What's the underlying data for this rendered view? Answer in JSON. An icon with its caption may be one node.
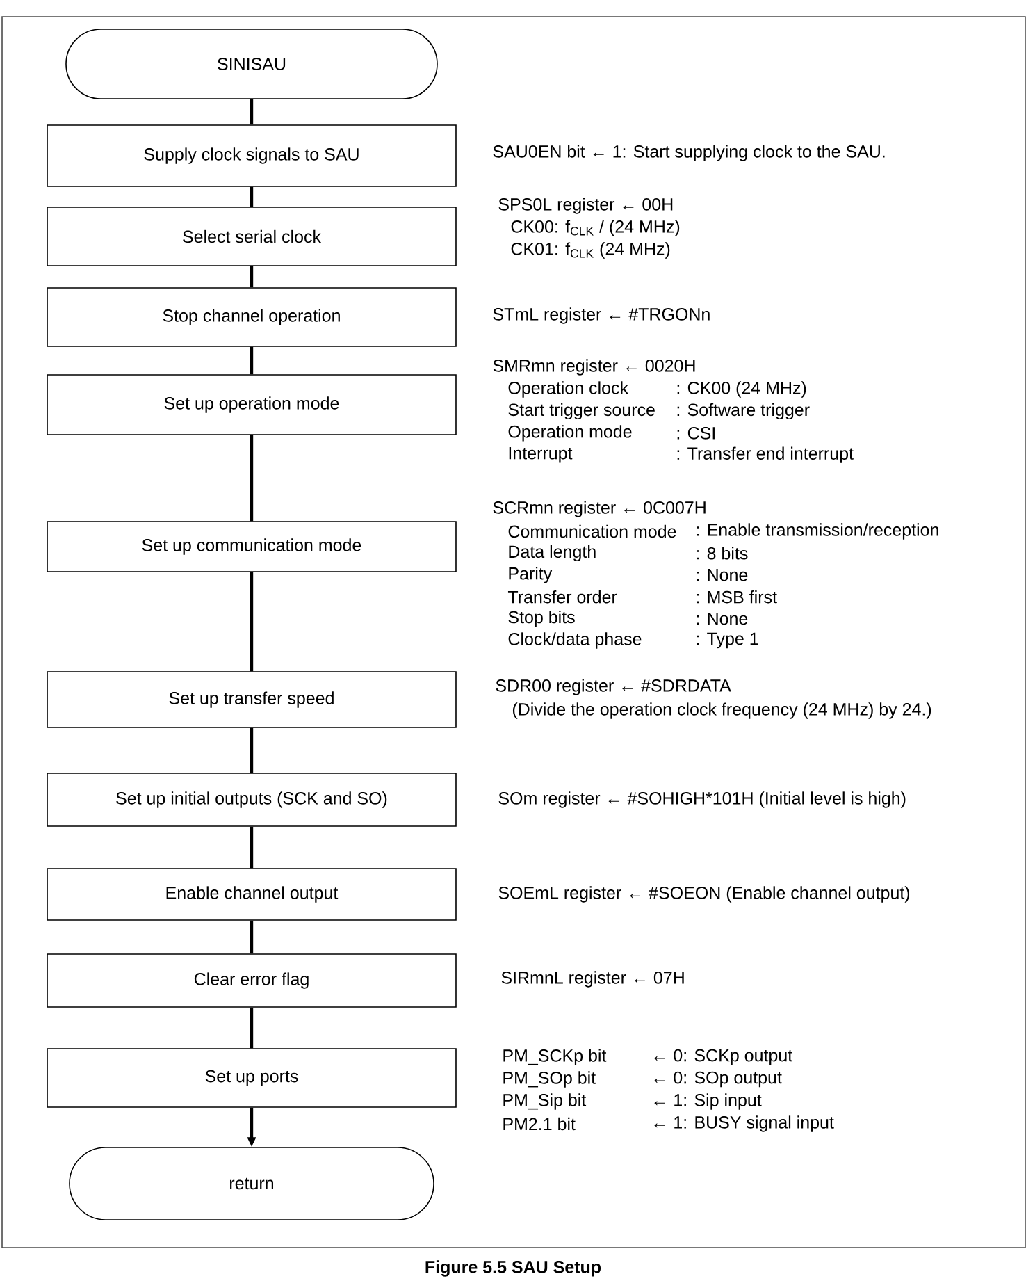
{
  "diagram": {
    "caption": "Figure 5.5 SAU Setup",
    "nodes": [
      {
        "text": [
          "SINISAU"
        ]
      },
      {
        "text": [
          "Supply clock signals to SAU"
        ],
        "beside": [
          "SAU0EN bit ← 1: Start supplying clock to the SAU."
        ]
      },
      {
        "text": [
          "Select serial clock"
        ],
        "beside": [
          "SPS0L register ← 00H",
          "CK00: f$_{CLK}$ / (24 MHz)",
          "CK01: f$_{CLK}$ (24 MHz)"
        ]
      },
      {
        "text": [
          "Stop channel operation"
        ],
        "beside": [
          "STmL register ← #TRGONn"
        ]
      },
      {
        "text": [
          "Set up operation mode"
        ],
        "beside": [
          "SMRmn register ← 0020H",
          "Operation clock",
          ": CK00 (24 MHz)",
          "Start trigger source",
          ": Software trigger",
          "Operation mode",
          ": CSI",
          "Interrupt",
          ": Transfer end interrupt"
        ]
      },
      {
        "text": [
          "Set up communication mode"
        ],
        "beside": [
          "SCRmn register ← 0C007H",
          "Communication mode",
          ": Enable transmission/reception",
          "Data length",
          ": 8 bits",
          "Parity",
          ": None",
          "Transfer order",
          ": MSB first",
          "Stop bits",
          ": None",
          "Clock/data phase",
          ": Type 1"
        ]
      },
      {
        "text": [
          "Set up transfer speed"
        ],
        "beside": [
          "SDR00 register ← #SDRDATA",
          "(Divide the operation clock frequency (24 MHz) by 24.)"
        ]
      },
      {
        "text": [
          "Set up initial outputs (SCK and SO)"
        ],
        "beside": [
          "SOm register ← #SOHIGH*101H (Initial level is high)"
        ]
      },
      {
        "text": [
          "Enable channel output"
        ],
        "beside": [
          "SOEmL register ← #SOEON (Enable channel output)"
        ]
      },
      {
        "text": [
          "Clear error flag"
        ],
        "beside": [
          "SIRmnL register ← 07H"
        ]
      },
      {
        "text": [
          "Set up ports"
        ],
        "beside": [
          "PM_SCKp bit",
          "← 0: SCKp output",
          "PM_SOp bit",
          "← 0: SOp output",
          "PM_Sip bit",
          "← 1: Sip input",
          "PM2.1 bit",
          "← 1: BUSY signal input"
        ]
      },
      {
        "text": [
          "return"
        ]
      }
    ],
    "edges": [
      {
        "from": 0,
        "to": 1,
        "arrow": "none"
      },
      {
        "from": 1,
        "to": 2,
        "arrow": "none"
      },
      {
        "from": 2,
        "to": 3,
        "arrow": "none"
      },
      {
        "from": 3,
        "to": 4,
        "arrow": "none"
      },
      {
        "from": 4,
        "to": 5,
        "arrow": "none"
      },
      {
        "from": 5,
        "to": 6,
        "arrow": "none"
      },
      {
        "from": 6,
        "to": 7,
        "arrow": "none"
      },
      {
        "from": 7,
        "to": 8,
        "arrow": "none"
      },
      {
        "from": 8,
        "to": 9,
        "arrow": "none"
      },
      {
        "from": 9,
        "to": 10,
        "arrow": "none"
      },
      {
        "from": 10,
        "to": 11,
        "arrow": "to"
      }
    ]
  }
}
